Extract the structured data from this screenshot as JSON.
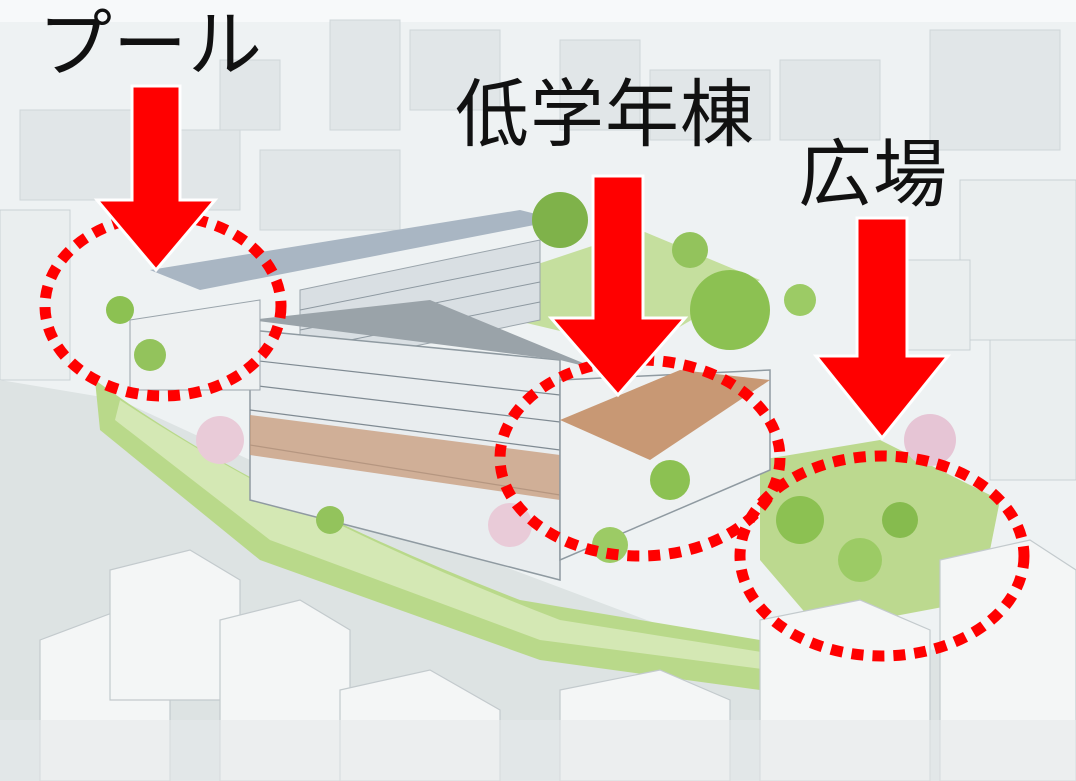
{
  "labels": {
    "pool": "プール",
    "lower_grade_building": "低学年棟",
    "plaza": "広場"
  },
  "annotation_color": "#ff0000",
  "icons": [
    "down-arrow-icon",
    "dashed-circle-marker"
  ]
}
